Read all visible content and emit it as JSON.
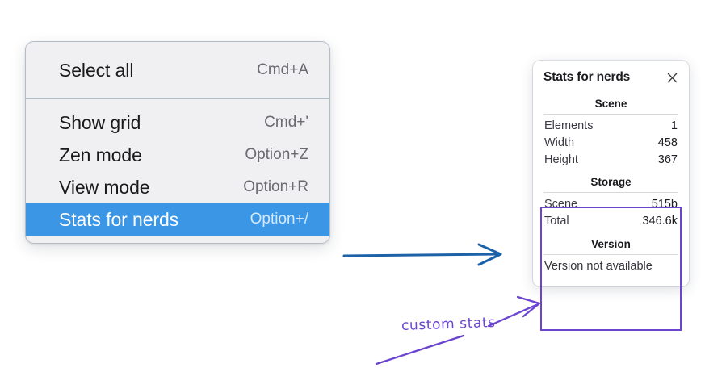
{
  "context_menu": {
    "groups": [
      {
        "name": "primary",
        "items": [
          {
            "label": "Select all",
            "shortcut": "Cmd+A",
            "selected": false
          }
        ]
      },
      {
        "name": "view",
        "items": [
          {
            "label": "Show grid",
            "shortcut": "Cmd+'",
            "selected": false
          },
          {
            "label": "Zen mode",
            "shortcut": "Option+Z",
            "selected": false
          },
          {
            "label": "View mode",
            "shortcut": "Option+R",
            "selected": false
          },
          {
            "label": "Stats for nerds",
            "shortcut": "Option+/",
            "selected": true
          }
        ]
      }
    ],
    "selection_color": "#3b96e5",
    "background": "#f0f0f2"
  },
  "stats_panel": {
    "title": "Stats for nerds",
    "close_icon": "close-icon",
    "sections": [
      {
        "heading": "Scene",
        "rows": [
          {
            "key": "Elements",
            "value": "1"
          },
          {
            "key": "Width",
            "value": "458"
          },
          {
            "key": "Height",
            "value": "367"
          }
        ]
      },
      {
        "heading": "Storage",
        "rows": [
          {
            "key": "Scene",
            "value": "515b"
          },
          {
            "key": "Total",
            "value": "346.6k"
          }
        ]
      },
      {
        "heading": "Version",
        "rows": [],
        "note": "Version not available"
      }
    ]
  },
  "annotations": {
    "label": "custom stats",
    "label_color": "#6b45d0",
    "highlight_color": "#6b45d0",
    "flow_arrow_color": "#1c62a8"
  }
}
